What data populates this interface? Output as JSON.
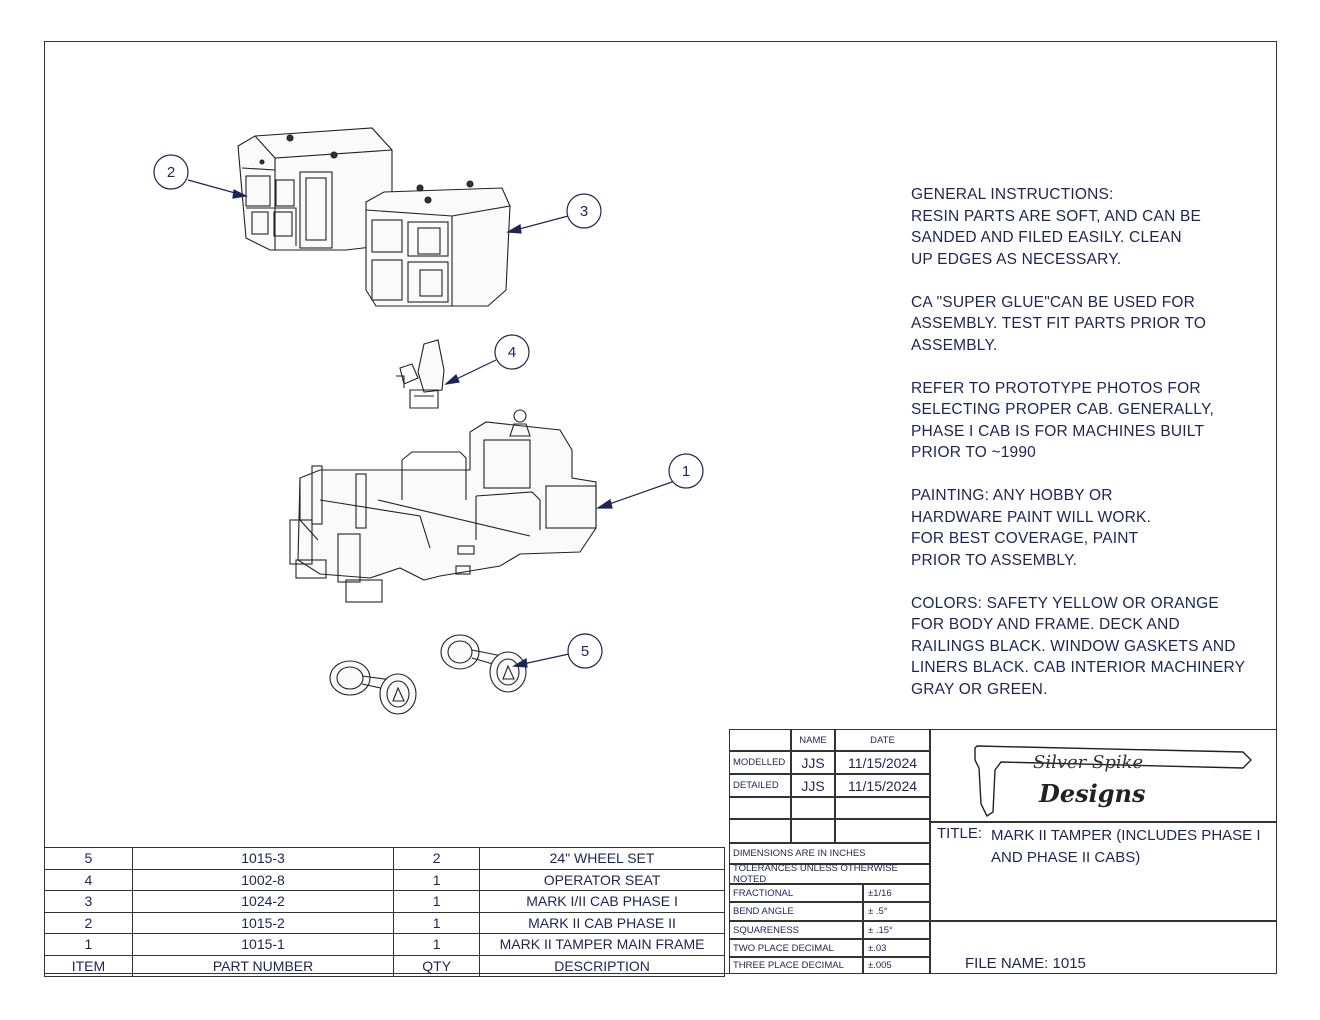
{
  "instructions": [
    "GENERAL INSTRUCTIONS:\nRESIN PARTS ARE SOFT, AND CAN BE\nSANDED AND FILED EASILY.  CLEAN\nUP EDGES AS NECESSARY.",
    "CA \"SUPER GLUE\"CAN BE USED FOR\nASSEMBLY. TEST FIT PARTS PRIOR TO\nASSEMBLY.",
    "REFER TO PROTOTYPE PHOTOS FOR\nSELECTING PROPER CAB.  GENERALLY,\nPHASE I CAB IS FOR MACHINES BUILT\nPRIOR TO ~1990",
    "PAINTING:  ANY HOBBY OR\nHARDWARE PAINT WILL WORK.\nFOR BEST COVERAGE, PAINT\nPRIOR TO ASSEMBLY.",
    "COLORS:  SAFETY YELLOW OR ORANGE\nFOR BODY AND FRAME.  DECK AND\nRAILINGS BLACK.  WINDOW GASKETS AND\nLINERS BLACK.  CAB INTERIOR MACHINERY\nGRAY OR GREEN."
  ],
  "balloons": [
    "1",
    "2",
    "3",
    "4",
    "5"
  ],
  "bom": {
    "headers": [
      "ITEM",
      "PART NUMBER",
      "QTY",
      "DESCRIPTION"
    ],
    "rows": [
      [
        "5",
        "1015-3",
        "2",
        "24\" WHEEL SET"
      ],
      [
        "4",
        "1002-8",
        "1",
        "OPERATOR SEAT"
      ],
      [
        "3",
        "1024-2",
        "1",
        "MARK I/II CAB PHASE I"
      ],
      [
        "2",
        "1015-2",
        "1",
        "MARK II CAB PHASE II"
      ],
      [
        "1",
        "1015-1",
        "1",
        "MARK II TAMPER MAIN FRAME"
      ]
    ]
  },
  "title_block": {
    "name_header": "NAME",
    "date_header": "DATE",
    "modelled_label": "MODELLED",
    "modelled_name": "JJS",
    "modelled_date": "11/15/2024",
    "detailed_label": "DETAILED",
    "detailed_name": "JJS",
    "detailed_date": "11/15/2024",
    "dims_note": "DIMENSIONS ARE IN INCHES",
    "tol_note": "TOLERANCES UNLESS OTHERWISE NOTED",
    "tolerances": [
      {
        "label": "FRACTIONAL",
        "value": "±1/16"
      },
      {
        "label": "BEND ANGLE",
        "value": "± .5°"
      },
      {
        "label": "SQUARENESS",
        "value": "± .15°"
      },
      {
        "label": "TWO PLACE DECIMAL",
        "value": "±.03"
      },
      {
        "label": "THREE PLACE DECIMAL",
        "value": "±.005"
      }
    ],
    "title_label": "TITLE:",
    "title_line1": "MARK II TAMPER (INCLUDES PHASE I",
    "title_line2": "AND PHASE II CABS)",
    "file_name": "FILE NAME: 1015",
    "logo_line1": "Silver Spike",
    "logo_line2": "Designs"
  }
}
